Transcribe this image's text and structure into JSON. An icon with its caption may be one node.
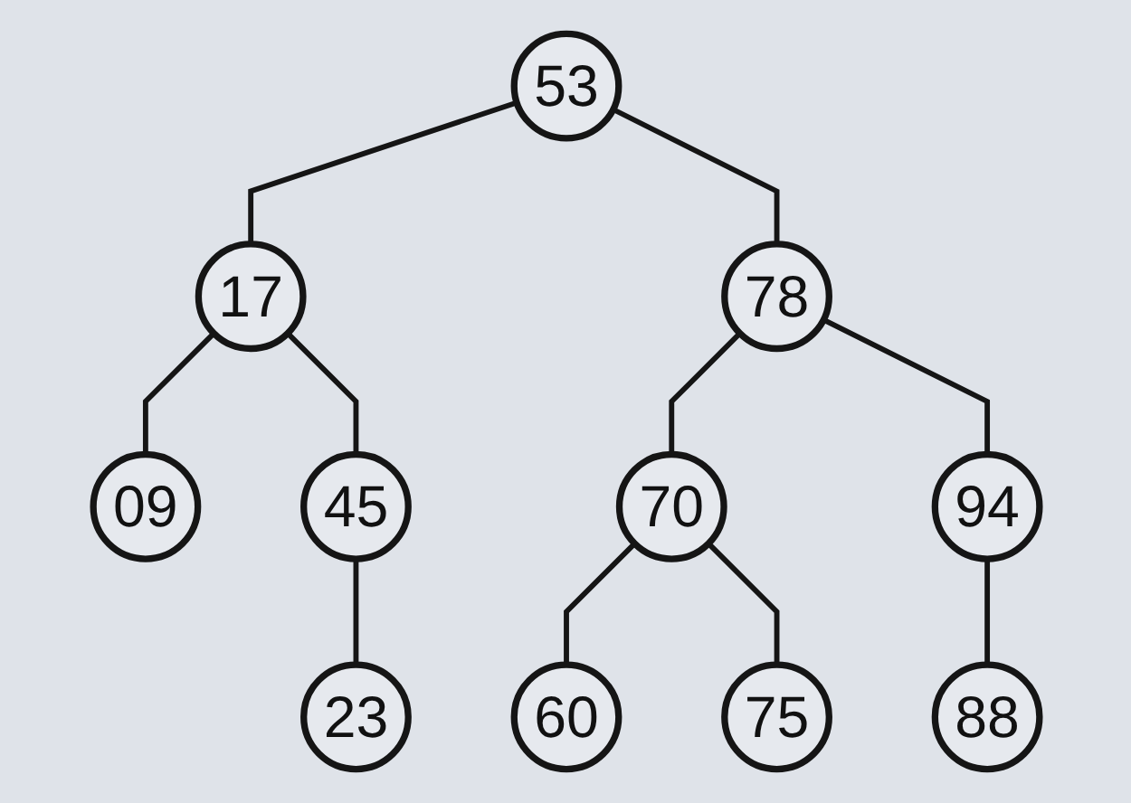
{
  "diagram": {
    "nodes": [
      {
        "text": [
          "53"
        ]
      },
      {
        "text": [
          "17"
        ]
      },
      {
        "text": [
          "78"
        ]
      },
      {
        "text": [
          "09"
        ]
      },
      {
        "text": [
          "45"
        ]
      },
      {
        "text": [
          "70"
        ]
      },
      {
        "text": [
          "94"
        ]
      },
      {
        "text": [
          "23"
        ]
      },
      {
        "text": [
          "60"
        ]
      },
      {
        "text": [
          "75"
        ]
      },
      {
        "text": [
          "88"
        ]
      }
    ],
    "edges": [
      {
        "from": 0,
        "to": 1,
        "arrow": "none"
      },
      {
        "from": 0,
        "to": 2,
        "arrow": "none"
      },
      {
        "from": 1,
        "to": 3,
        "arrow": "none"
      },
      {
        "from": 1,
        "to": 4,
        "arrow": "none"
      },
      {
        "from": 4,
        "to": 7,
        "arrow": "none"
      },
      {
        "from": 2,
        "to": 5,
        "arrow": "none"
      },
      {
        "from": 2,
        "to": 6,
        "arrow": "none"
      },
      {
        "from": 5,
        "to": 8,
        "arrow": "none"
      },
      {
        "from": 5,
        "to": 9,
        "arrow": "none"
      },
      {
        "from": 6,
        "to": 10,
        "arrow": "none"
      }
    ]
  }
}
